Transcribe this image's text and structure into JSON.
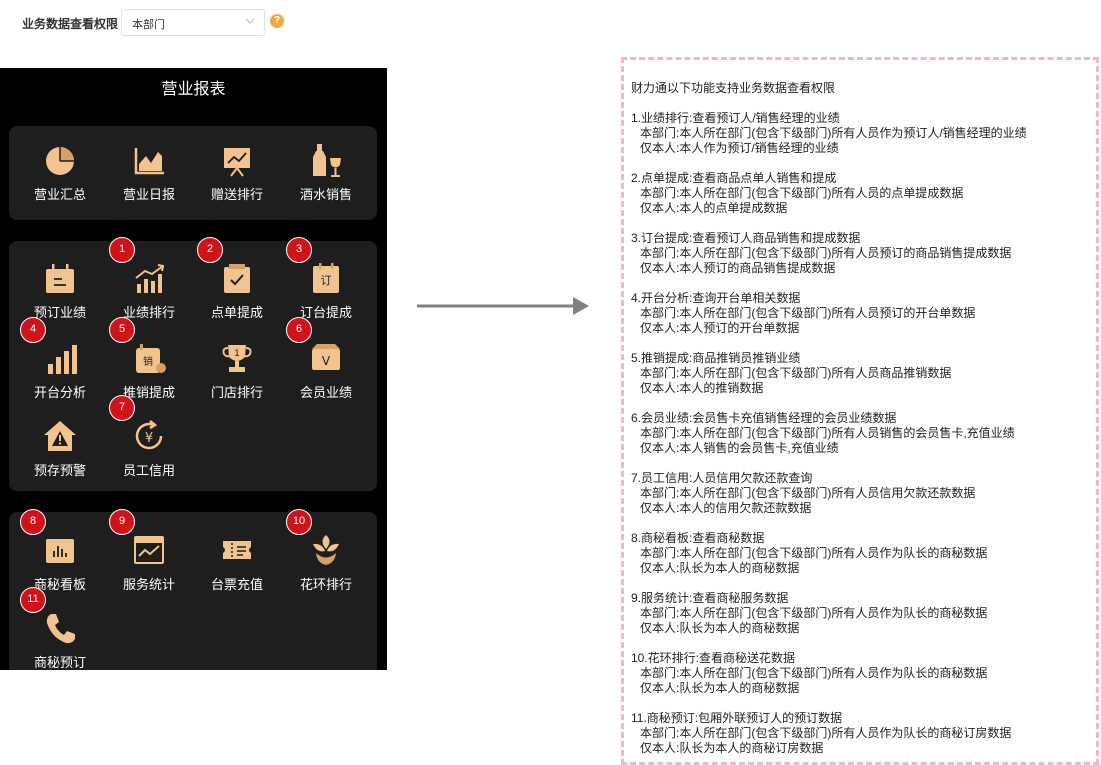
{
  "permission": {
    "label": "业务数据查看权限",
    "selected": "本部门",
    "help_glyph": "?"
  },
  "phone": {
    "title": "营业报表"
  },
  "cards": [
    {
      "tiles": [
        {
          "label": "营业汇总",
          "icon": "pie-chart-icon"
        },
        {
          "label": "营业日报",
          "icon": "area-chart-icon"
        },
        {
          "label": "赠送排行",
          "icon": "presentation-board-icon"
        },
        {
          "label": "酒水销售",
          "icon": "bottle-glass-icon"
        }
      ]
    },
    {
      "tiles": [
        {
          "label": "预订业绩",
          "icon": "calendar-icon"
        },
        {
          "label": "业绩排行",
          "icon": "trend-bars-icon",
          "badge": "1"
        },
        {
          "label": "点单提成",
          "icon": "order-check-icon",
          "badge": "2"
        },
        {
          "label": "订台提成",
          "icon": "book-table-icon",
          "badge": "3",
          "glyph": "订"
        },
        {
          "label": "开台分析",
          "icon": "bar-chart-icon",
          "badge": "4"
        },
        {
          "label": "推销提成",
          "icon": "sales-icon",
          "badge": "5",
          "glyph": "销"
        },
        {
          "label": "门店排行",
          "icon": "trophy-icon",
          "glyph": "1"
        },
        {
          "label": "会员业绩",
          "icon": "vip-card-icon",
          "badge": "6",
          "glyph": "V"
        },
        {
          "label": "预存预警",
          "icon": "warning-house-icon"
        },
        {
          "label": "员工信用",
          "icon": "credit-yen-icon",
          "badge": "7",
          "glyph": "¥"
        }
      ]
    },
    {
      "tiles": [
        {
          "label": "商秘看板",
          "icon": "dashboard-icon",
          "badge": "8"
        },
        {
          "label": "服务统计",
          "icon": "service-chart-icon",
          "badge": "9"
        },
        {
          "label": "台票充值",
          "icon": "ticket-icon"
        },
        {
          "label": "花环排行",
          "icon": "flower-icon",
          "badge": "10"
        },
        {
          "label": "商秘预订",
          "icon": "phone-icon",
          "badge": "11"
        }
      ]
    }
  ],
  "notes": {
    "intro": "财力通以下功能支持业务数据查看权限",
    "sections": [
      {
        "title": "1.业绩排行:查看预订人/销售经理的业绩",
        "dept": "本部门:本人所在部门(包含下级部门)所有人员作为预订人/销售经理的业绩",
        "self": "仅本人:本人作为预订/销售经理的业绩"
      },
      {
        "title": "2.点单提成:查看商品点单人销售和提成",
        "dept": "本部门:本人所在部门(包含下级部门)所有人员的点单提成数据",
        "self": "仅本人:本人的点单提成数据"
      },
      {
        "title": "3.订台提成:查看预订人商品销售和提成数据",
        "dept": "本部门:本人所在部门(包含下级部门)所有人员预订的商品销售提成数据",
        "self": "仅本人:本人预订的商品销售提成数据"
      },
      {
        "title": "4.开台分析:查询开台单相关数据",
        "dept": "本部门:本人所在部门(包含下级部门)所有人员预订的开台单数据",
        "self": "仅本人:本人预订的开台单数据"
      },
      {
        "title": "5.推销提成:商品推销员推销业绩",
        "dept": "本部门:本人所在部门(包含下级部门)所有人员商品推销数据",
        "self": "仅本人:本人的推销数据"
      },
      {
        "title": "6.会员业绩:会员售卡充值销售经理的会员业绩数据",
        "dept": "本部门:本人所在部门(包含下级部门)所有人员销售的会员售卡,充值业绩",
        "self": "仅本人:本人销售的会员售卡,充值业绩"
      },
      {
        "title": "7.员工信用:人员信用欠款还款查询",
        "dept": "本部门:本人所在部门(包含下级部门)所有人员信用欠款还款数据",
        "self": "仅本人:本人的信用欠款还款数据"
      },
      {
        "title": "8.商秘看板:查看商秘数据",
        "dept": "本部门:本人所在部门(包含下级部门)所有人员作为队长的商秘数据",
        "self": "仅本人:队长为本人的商秘数据"
      },
      {
        "title": "9.服务统计:查看商秘服务数据",
        "dept": "本部门:本人所在部门(包含下级部门)所有人员作为队长的商秘数据",
        "self": "仅本人:队长为本人的商秘数据"
      },
      {
        "title": "10.花环排行:查看商秘送花数据",
        "dept": "本部门:本人所在部门(包含下级部门)所有人员作为队长的商秘数据",
        "self": "仅本人:队长为本人的商秘数据"
      },
      {
        "title": "11.商秘预订:包厢外联预订人的预订数据",
        "dept": "本部门:本人所在部门(包含下级部门)所有人员作为队长的商秘订房数据",
        "self": "仅本人:队长为本人的商秘订房数据"
      }
    ]
  },
  "colors": {
    "gold": "#f1c48f",
    "gold_dark": "#d8a064",
    "badge": "#d0121b",
    "card": "#1e1e1e",
    "notes_border": "#f0b8c4",
    "arrow": "#808080"
  }
}
